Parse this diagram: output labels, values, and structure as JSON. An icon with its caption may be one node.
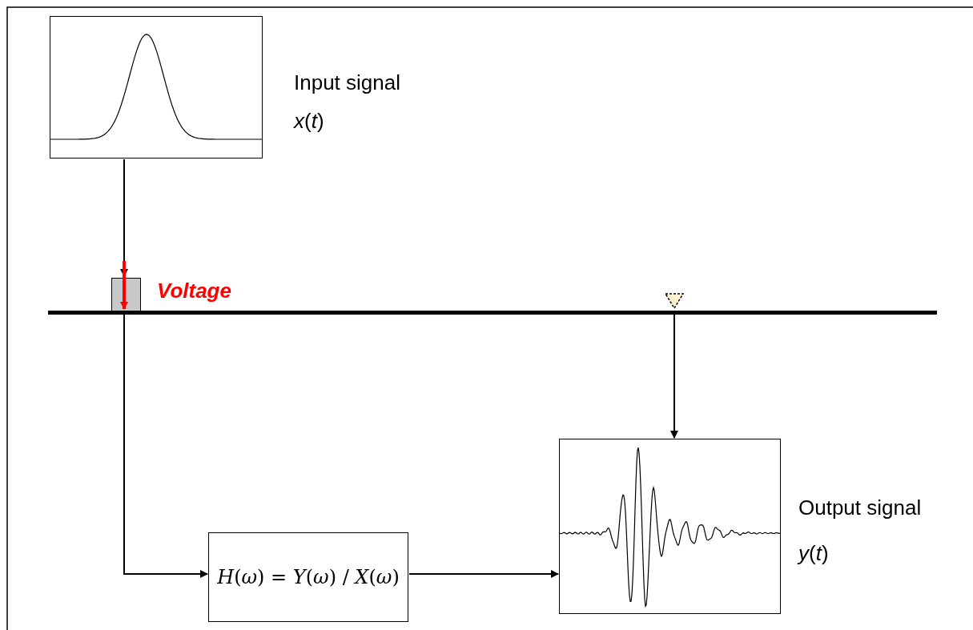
{
  "diagram": {
    "nodes": [
      {
        "text": [],
        "shape": "picture",
        "beside": [
          "Input signal",
          "*x*(*t*)"
        ]
      },
      {
        "text": [],
        "shape": "box",
        "beside": [
          "Voltage"
        ]
      },
      {
        "text": [],
        "shape": "triangle"
      },
      {
        "text": [
          "*H*(*ω*) = *Y*(*ω*) / *X*(*ω*)"
        ]
      },
      {
        "text": [],
        "shape": "picture",
        "beside": [
          "Output signal",
          "*y*(*t*)"
        ]
      }
    ],
    "edges": [
      {
        "from": 0,
        "to": 1,
        "arrow": "to"
      },
      {
        "from": null,
        "to": 1,
        "arrow": "to",
        "color": "#ff0000",
        "style": "thick"
      },
      {
        "from": 1,
        "to": 3,
        "arrow": "to"
      },
      {
        "from": 3,
        "to": 4,
        "arrow": "to"
      },
      {
        "from": 2,
        "to": 4,
        "arrow": "to"
      }
    ]
  }
}
